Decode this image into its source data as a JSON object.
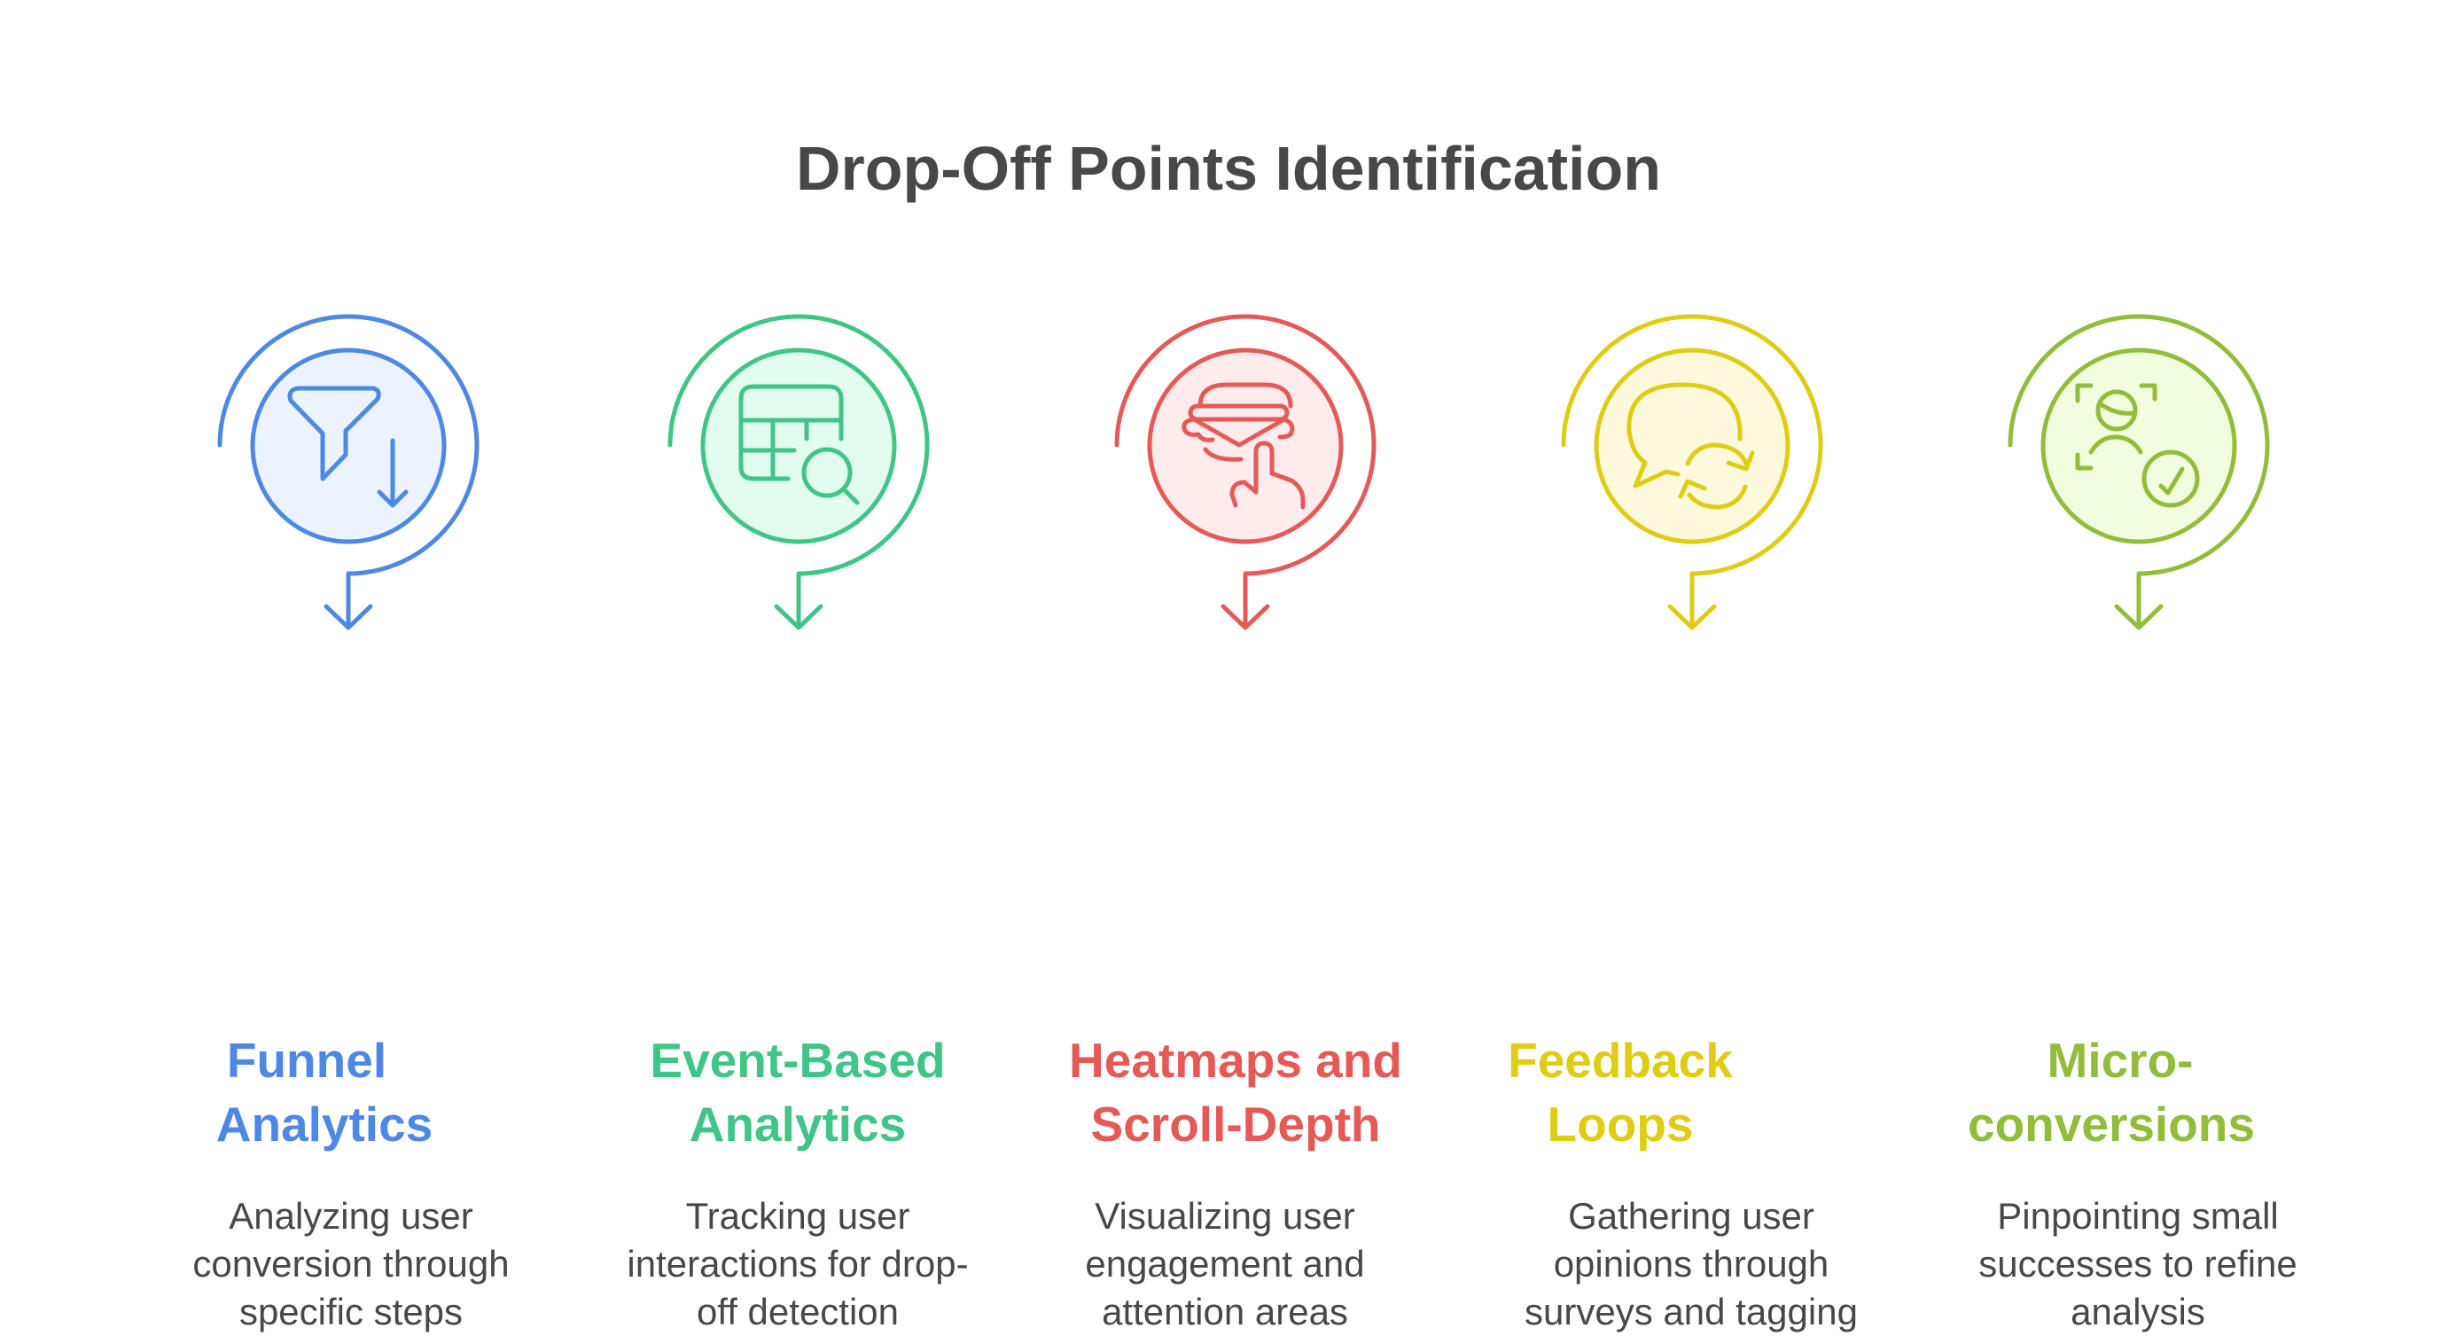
{
  "title": "Drop-Off Points Identification",
  "items": [
    {
      "heading_lines": [
        "Funnel",
        "Analytics"
      ],
      "heading_align": "left-offset",
      "description": "Analyzing user conversion through specific steps",
      "icon": "funnel-icon",
      "color": "#4E88E5",
      "fill": "#EBF3FE"
    },
    {
      "heading_lines": [
        "Event-Based",
        "Analytics"
      ],
      "description": "Tracking user interactions for drop-off detection",
      "icon": "table-search-icon",
      "color": "#3FC585",
      "fill": "#E3FCF0"
    },
    {
      "heading_lines": [
        "Heatmaps and",
        "Scroll-Depth"
      ],
      "description": "Visualizing user engagement and attention areas",
      "icon": "hover-hand-icon",
      "color": "#E55A57",
      "fill": "#FEEBEB"
    },
    {
      "heading_lines": [
        "Feedback",
        "Loops"
      ],
      "description": "Gathering user opinions through surveys and tagging",
      "icon": "chat-refresh-icon",
      "color": "#DECD14",
      "fill": "#FEF9DC"
    },
    {
      "heading_lines": [
        "Micro-",
        "conversions"
      ],
      "description": "Pinpointing small successes to refine analysis",
      "icon": "user-check-icon",
      "color": "#92BD3A",
      "fill": "#F2FDDF"
    }
  ]
}
